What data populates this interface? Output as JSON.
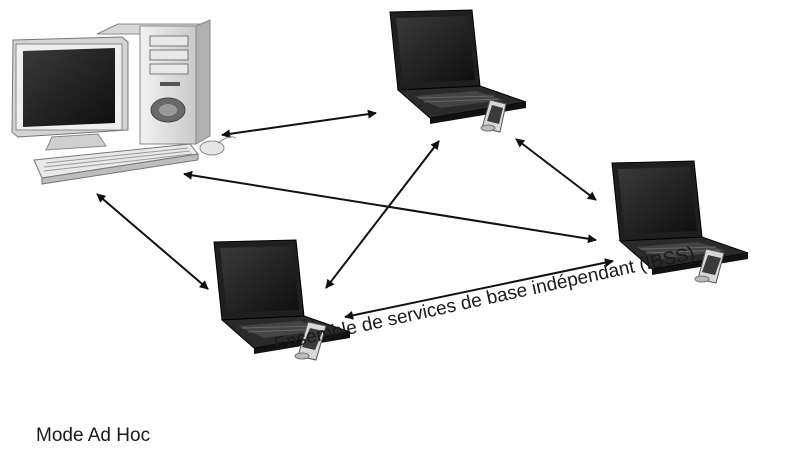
{
  "diagram": {
    "caption_ibss": "Ensemble de services de base indépendant (IBSS)",
    "caption_mode": "Mode Ad Hoc",
    "nodes": [
      {
        "id": "desktop",
        "icon": "desktop-computer-icon"
      },
      {
        "id": "laptop-top",
        "icon": "laptop-icon",
        "pda": true
      },
      {
        "id": "laptop-right",
        "icon": "laptop-icon",
        "pda": true
      },
      {
        "id": "laptop-bottom",
        "icon": "laptop-icon",
        "pda": true
      }
    ],
    "links": [
      [
        "desktop",
        "laptop-top"
      ],
      [
        "desktop",
        "laptop-right"
      ],
      [
        "desktop",
        "laptop-bottom"
      ],
      [
        "laptop-top",
        "laptop-right"
      ],
      [
        "laptop-top",
        "laptop-bottom"
      ],
      [
        "laptop-bottom",
        "laptop-right"
      ]
    ],
    "colors": {
      "line": "#111111",
      "device_dark": "#1c1c1c",
      "device_light": "#e2e2e2"
    }
  }
}
